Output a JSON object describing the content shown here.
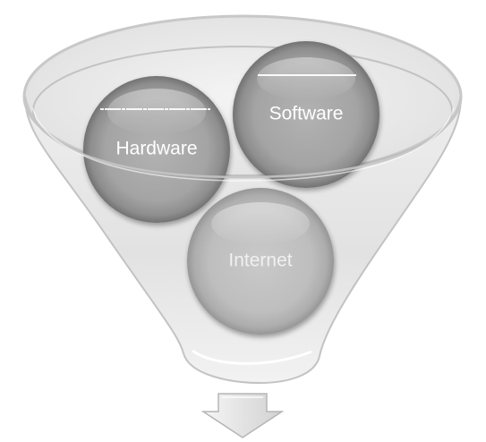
{
  "diagram": {
    "type": "funnel",
    "items": [
      {
        "label": "Hardware",
        "text_color": "#ffffff"
      },
      {
        "label": "Software",
        "text_color": "#ffffff"
      },
      {
        "label": "Internet",
        "text_color": "#f0f0f0"
      }
    ],
    "output_arrow": {
      "icon": "down-arrow-icon",
      "direction": "down"
    }
  },
  "colors": {
    "funnel_fill": "#e6e6e6",
    "funnel_stroke": "#bcbcbc",
    "circle_fill": "#a9a9a9",
    "circle_edge": "#777777",
    "arrow_fill": "#e8e8e8",
    "arrow_stroke": "#b5b5b5"
  }
}
